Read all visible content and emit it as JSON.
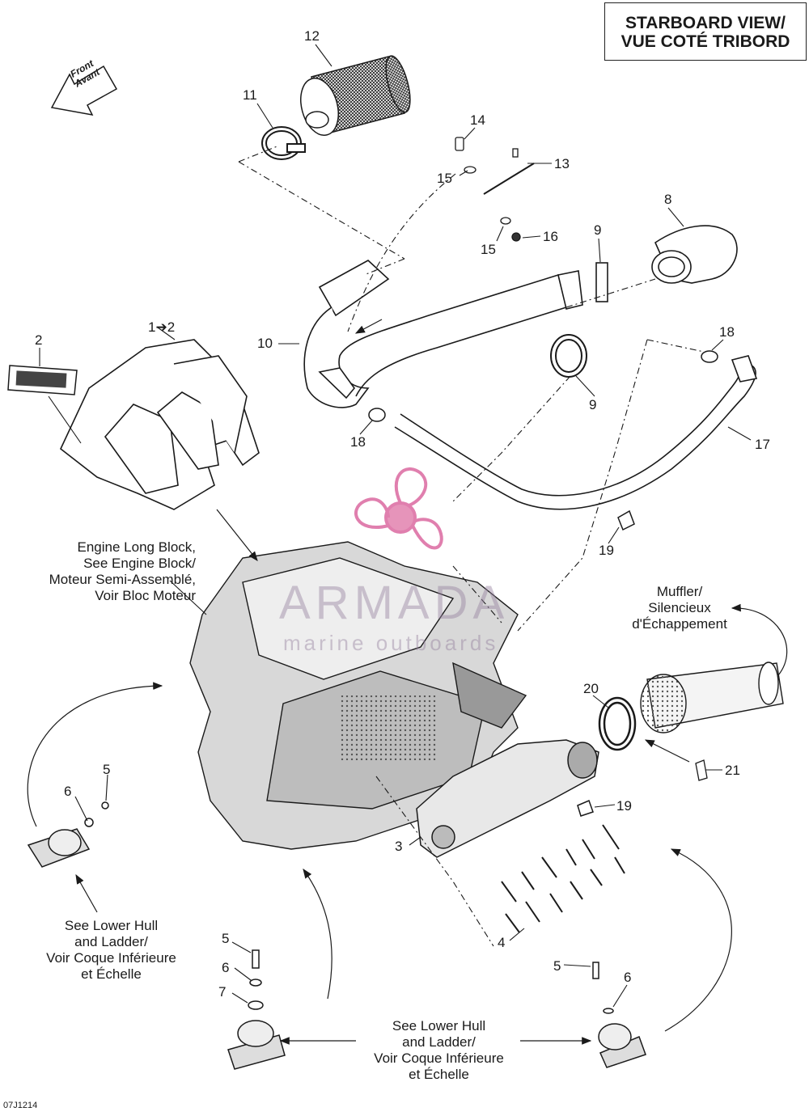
{
  "view_title": [
    "STARBOARD VIEW/",
    "VUE COTÉ TRIBORD"
  ],
  "front_label": [
    "Front",
    "Avant"
  ],
  "figure_code": "07J1214",
  "watermark": {
    "brand": "ARMADA",
    "sub": "marine outboards"
  },
  "part_numbers": {
    "p12": "12",
    "p11": "11",
    "p14": "14",
    "p13": "13",
    "p15a": "15",
    "p15b": "15",
    "p16": "16",
    "p8": "8",
    "p9a": "9",
    "p9b": "9",
    "p10": "10",
    "p18a": "18",
    "p18b": "18",
    "p17": "17",
    "p19a": "19",
    "p19b": "19",
    "p2": "2",
    "p1to2": "1➔2",
    "p20": "20",
    "p21": "21",
    "p3": "3",
    "p4": "4",
    "p5a": "5",
    "p6a": "6",
    "p5b": "5",
    "p6b": "6",
    "p7": "7",
    "p5c": "5",
    "p6c": "6"
  },
  "notes": {
    "engine": [
      "Engine Long Block,",
      "See Engine Block/",
      "Moteur Semi-Assemblé,",
      "Voir Bloc Moteur"
    ],
    "muffler": [
      "Muffler/",
      "Silencieux",
      "d'Échappement"
    ],
    "hull_left": [
      "See Lower Hull",
      "and Ladder/",
      "Voir Coque Inférieure",
      "et Échelle"
    ],
    "hull_center": [
      "See Lower Hull",
      "and Ladder/",
      "Voir Coque Inférieure",
      "et Échelle"
    ]
  },
  "colors": {
    "line": "#1a1a1a",
    "mesh": "#2a2a2a",
    "watermark": "#d9609a"
  }
}
